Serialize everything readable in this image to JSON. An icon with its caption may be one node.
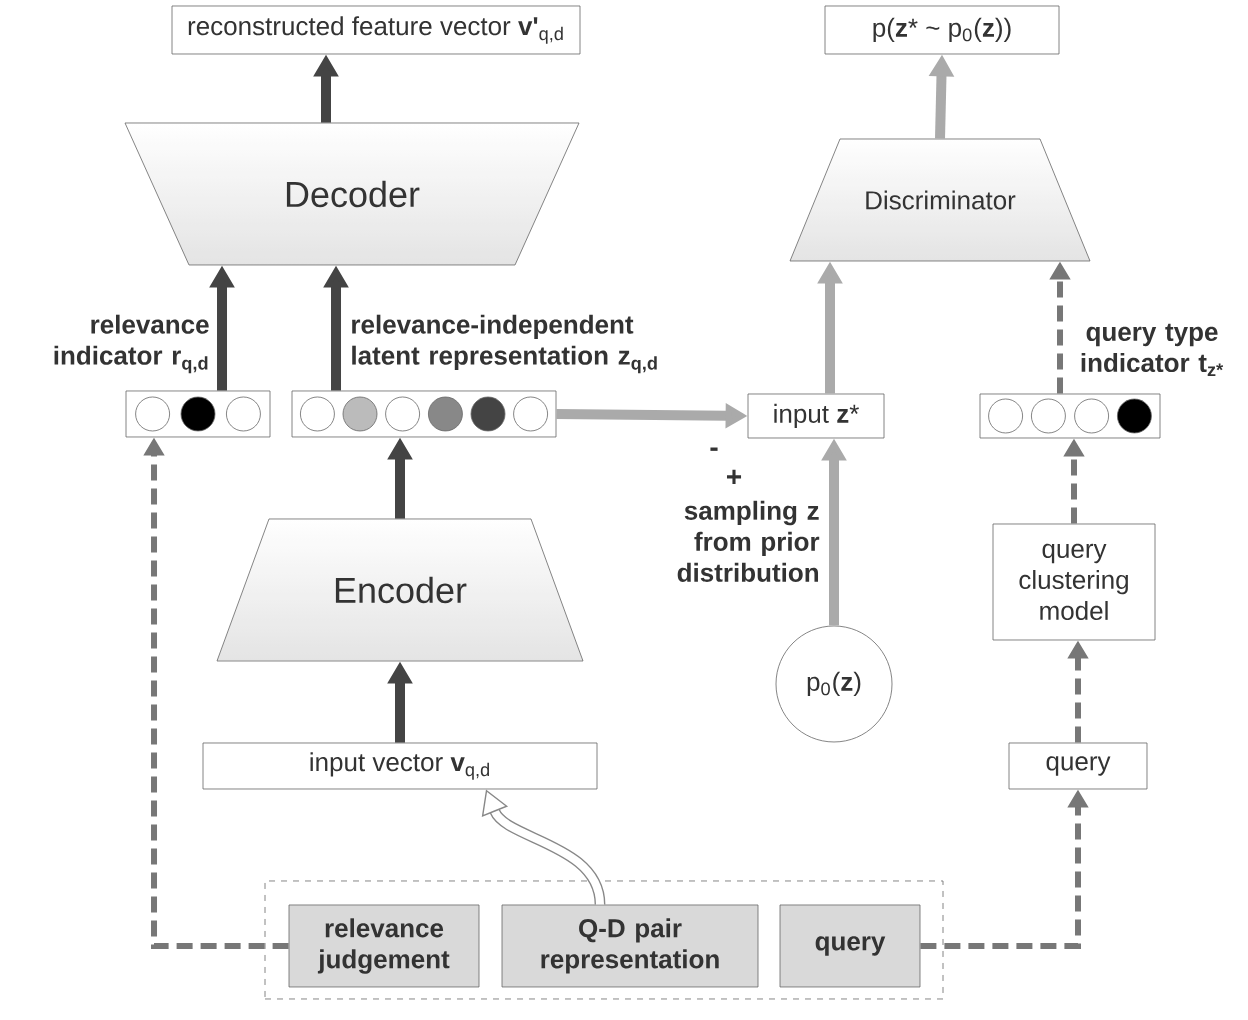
{
  "diagram": {
    "nodes": [
      {
        "text": [
          "reconstructed feature vector **v'**$_{q,d}$"
        ]
      },
      {
        "text": [
          "Decoder"
        ]
      },
      {
        "text": [
          "relevance indicator r$_{q,d}$"
        ]
      },
      {
        "text": [
          "relevance-independent latent representation z$_{q,d}$"
        ]
      },
      {
        "text": [
          "input **z***"
        ]
      },
      {
        "text": [
          "Discriminator"
        ]
      },
      {
        "text": [
          "p(**z*** ~ p$_{0}$(**z**))"
        ]
      },
      {
        "text": [
          "query type indicator t$_{z*}$"
        ]
      },
      {
        "text": [
          "Encoder"
        ]
      },
      {
        "text": [
          "input vector **v**$_{q,d}$"
        ]
      },
      {
        "text": [
          "p$_{0}$(**z**)"
        ]
      },
      {
        "text": [
          "query clustering model"
        ]
      },
      {
        "text": [
          "query"
        ]
      },
      {
        "text": [],
        "shape": "box"
      },
      {
        "text": [
          "relevance judgement"
        ],
        "in": 13
      },
      {
        "text": [
          "Q-D pair representation"
        ],
        "in": 13
      },
      {
        "text": [
          "query"
        ],
        "in": 13
      }
    ],
    "edges": [
      {
        "from": 1,
        "to": 0,
        "arrow": "to"
      },
      {
        "from": 2,
        "to": 1,
        "arrow": "to"
      },
      {
        "from": 3,
        "to": 1,
        "arrow": "to"
      },
      {
        "from": 8,
        "to": 3,
        "arrow": "to"
      },
      {
        "from": 9,
        "to": 8,
        "arrow": "to"
      },
      {
        "from": 3,
        "to": 4,
        "arrow": "to",
        "color": "#aaaaaa"
      },
      {
        "from": 10,
        "to": 4,
        "arrow": "to",
        "color": "#aaaaaa",
        "label": "sampling z from prior distribution"
      },
      {
        "from": 4,
        "to": 5,
        "arrow": "to",
        "color": "#aaaaaa"
      },
      {
        "from": 5,
        "to": 6,
        "arrow": "to",
        "color": "#aaaaaa"
      },
      {
        "from": 7,
        "to": 5,
        "arrow": "to",
        "style": "dashed",
        "color": "#777777"
      },
      {
        "from": 11,
        "to": 7,
        "arrow": "to",
        "style": "dashed",
        "color": "#777777"
      },
      {
        "from": 12,
        "to": 11,
        "arrow": "to",
        "style": "dashed",
        "color": "#777777"
      },
      {
        "from": 16,
        "to": 12,
        "arrow": "to",
        "style": "dashed",
        "color": "#777777"
      },
      {
        "from": 14,
        "to": 2,
        "arrow": "to",
        "style": "dashed",
        "color": "#777777"
      },
      {
        "from": 15,
        "to": 9,
        "arrow": "to",
        "color": "#888888"
      }
    ],
    "labels": [
      "-",
      "+"
    ]
  }
}
